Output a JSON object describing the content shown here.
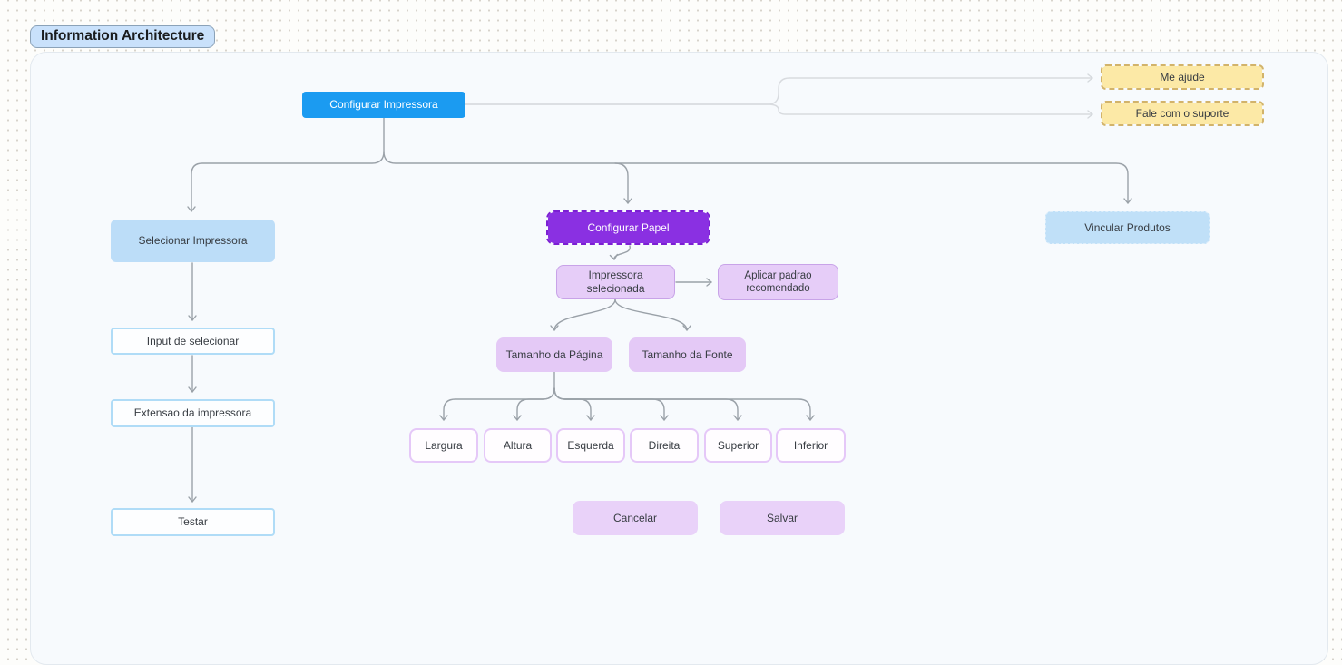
{
  "page": {
    "title": "Information Architecture"
  },
  "palette": {
    "root_blue": "#1b9bf1",
    "light_blue": "#bcddf8",
    "outline_blue_border": "#b0dcf7",
    "selected_purple": "#8a30e2",
    "selected_purple_border": "#7c1fd3",
    "light_purple": "#e4c9f6",
    "light_purple_border": "#c8a3e8",
    "outline_purple_border": "#e5c8f8",
    "yellow": "#fce9a6",
    "yellow_border": "#d2b36a",
    "connector": "#9aa1a8",
    "connector_light": "#d8dbdf"
  },
  "nodes": {
    "configurar_impressora": "Configurar Impressora",
    "me_ajude": "Me ajude",
    "fale_com_o_suporte": "Fale com o suporte",
    "selecionar_impressora": "Selecionar Impressora",
    "configurar_papel": "Configurar Papel",
    "vincular_produtos": "Vincular Produtos",
    "input_de_selecionar": "Input de selecionar",
    "extensao_da_impressora": "Extensao da impressora",
    "testar": "Testar",
    "impressora_selecionada": "Impressora selecionada",
    "aplicar_padrao_recomendado": "Aplicar padrao recomendado",
    "tamanho_da_pagina": "Tamanho da Página",
    "tamanho_da_fonte": "Tamanho da Fonte",
    "largura": "Largura",
    "altura": "Altura",
    "esquerda": "Esquerda",
    "direita": "Direita",
    "superior": "Superior",
    "inferior": "Inferior",
    "cancelar": "Cancelar",
    "salvar": "Salvar"
  }
}
